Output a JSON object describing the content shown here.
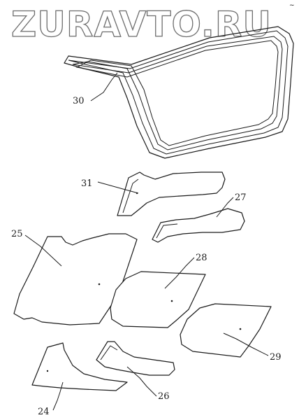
{
  "watermark": {
    "text": "ZURAVTO.RU"
  },
  "corner_mark": "~",
  "callouts": {
    "c30": "30",
    "c31": "31",
    "c27": "27",
    "c25": "25",
    "c28": "28",
    "c29": "29",
    "c26": "26",
    "c24": "24"
  },
  "colors": {
    "line": "#1a1a1a",
    "watermark_outline": "#6e6e6e",
    "background": "#ffffff"
  }
}
